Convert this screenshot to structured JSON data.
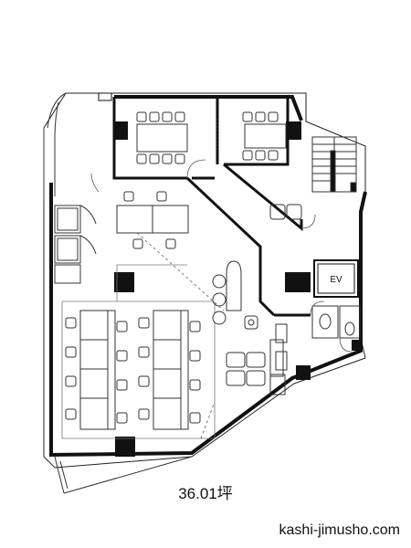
{
  "floorplan": {
    "elevator_label": "EV",
    "area_label": "36.01坪",
    "watermark": "kashi-jimusho.com"
  }
}
